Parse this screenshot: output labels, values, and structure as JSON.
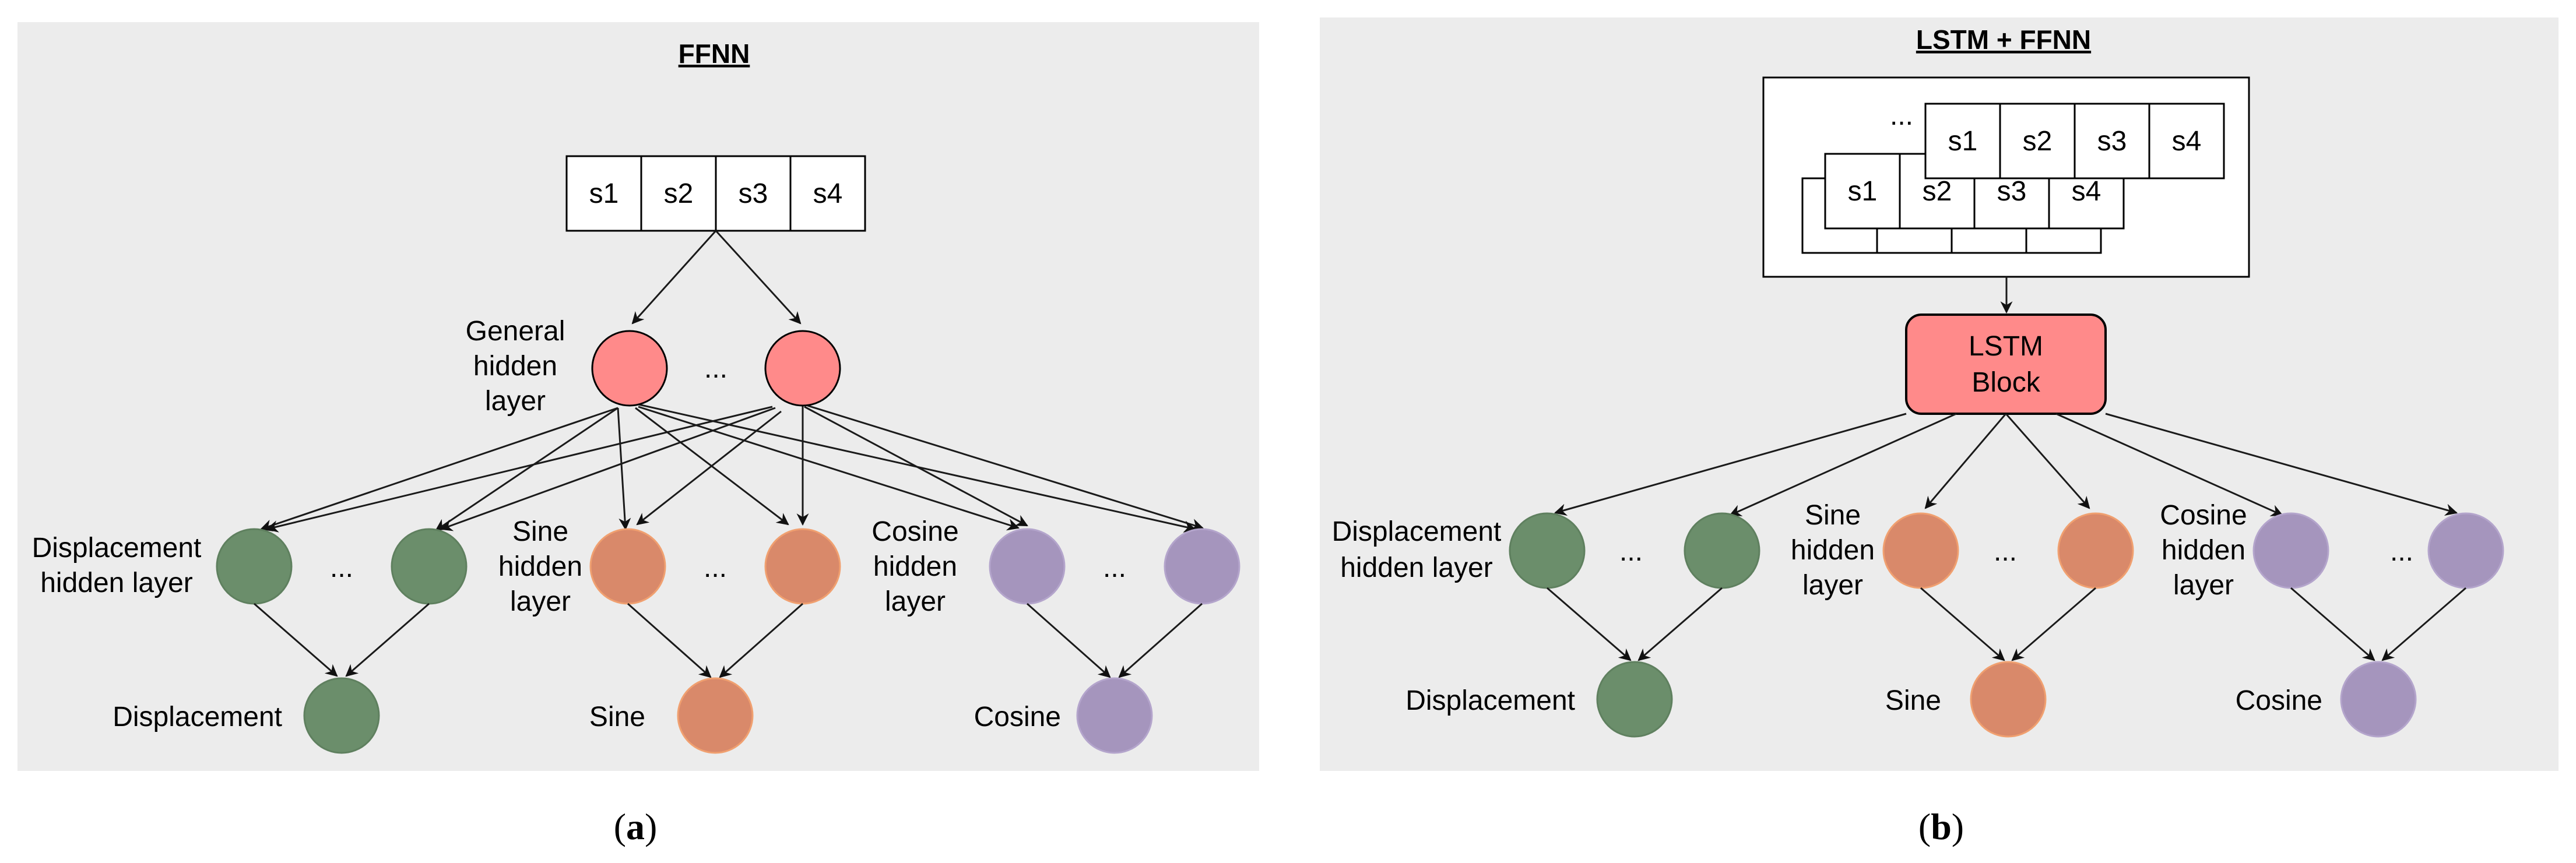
{
  "colors": {
    "panel_background": "#ececec",
    "general_hidden": "#ff8a8a",
    "displacement": "#6b8e6b",
    "sine": "#d9896a",
    "cosine": "#a595bd",
    "lstm_block": "#ff8a8a"
  },
  "panel_a": {
    "title": "FFNN",
    "inputs": [
      "s1",
      "s2",
      "s3",
      "s4"
    ],
    "general_hidden_label": [
      "General",
      "hidden",
      "layer"
    ],
    "displacement_hidden_label": [
      "Displacement",
      "hidden layer"
    ],
    "sine_hidden_label": [
      "Sine",
      "hidden",
      "layer"
    ],
    "cosine_hidden_label": [
      "Cosine",
      "hidden",
      "layer"
    ],
    "outputs": [
      "Displacement",
      "Sine",
      "Cosine"
    ],
    "ellipsis": "...",
    "caption_open": "(",
    "caption_letter": "a",
    "caption_close": ")"
  },
  "panel_b": {
    "title": "LSTM + FFNN",
    "inputs": [
      "s1",
      "s2",
      "s3",
      "s4"
    ],
    "stack_ellipsis": "...",
    "lstm_block_label": [
      "LSTM",
      "Block"
    ],
    "displacement_hidden_label": [
      "Displacement",
      "hidden layer"
    ],
    "sine_hidden_label": [
      "Sine",
      "hidden",
      "layer"
    ],
    "cosine_hidden_label": [
      "Cosine",
      "hidden",
      "layer"
    ],
    "outputs": [
      "Displacement",
      "Sine",
      "Cosine"
    ],
    "ellipsis": "...",
    "caption_open": "(",
    "caption_letter": "b",
    "caption_close": ")"
  }
}
